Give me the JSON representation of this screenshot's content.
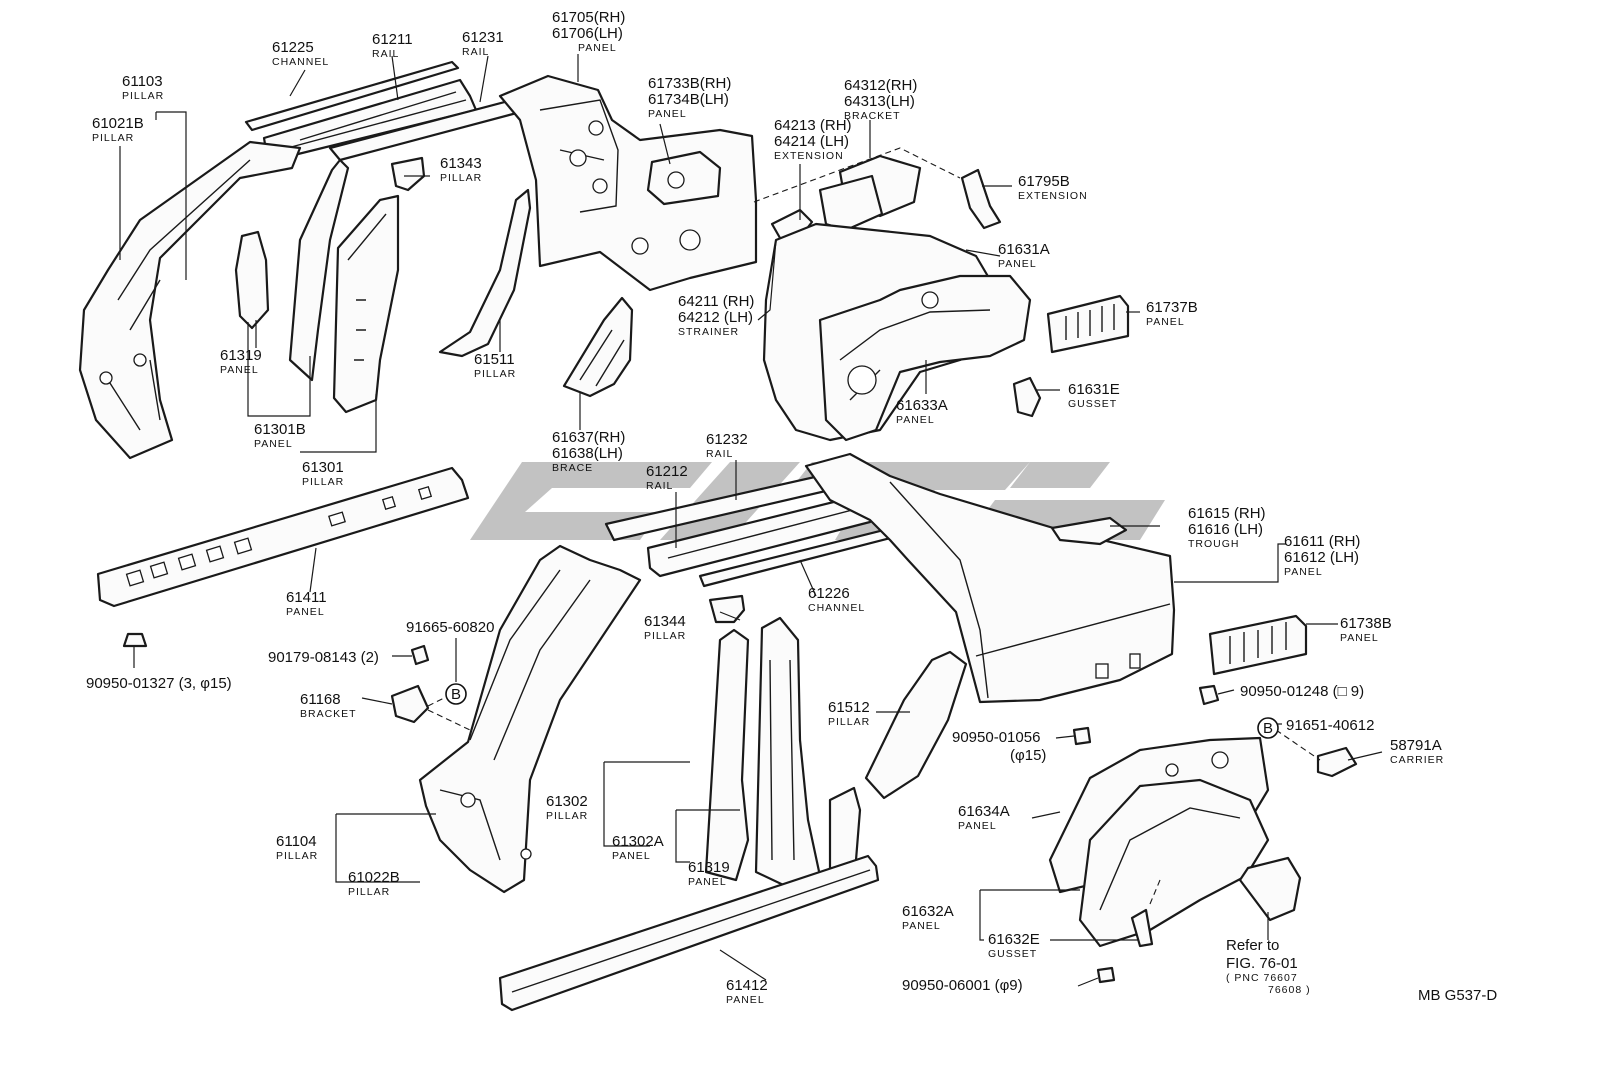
{
  "labels": [
    {
      "lines": [
        "61225",
        "CHANNEL"
      ]
    },
    {
      "lines": [
        "61211",
        "RAIL"
      ]
    },
    {
      "lines": [
        "61231",
        "RAIL"
      ]
    },
    {
      "lines": [
        "61705(RH)",
        "61706(LH)",
        "PANEL"
      ]
    },
    {
      "lines": [
        "61103",
        "PILLAR"
      ]
    },
    {
      "lines": [
        "61021B",
        "PILLAR"
      ]
    },
    {
      "lines": [
        "61733B(RH)",
        "61734B(LH)",
        "PANEL"
      ]
    },
    {
      "lines": [
        "64312(RH)",
        "64313(LH)",
        "BRACKET"
      ]
    },
    {
      "lines": [
        "64213 (RH)",
        "64214 (LH)",
        "EXTENSION"
      ]
    },
    {
      "lines": [
        "61343",
        "PILLAR"
      ]
    },
    {
      "lines": [
        "61795B",
        "EXTENSION"
      ]
    },
    {
      "lines": [
        "61631A",
        "PANEL"
      ]
    },
    {
      "lines": [
        "64211 (RH)",
        "64212 (LH)",
        "STRAINER"
      ]
    },
    {
      "lines": [
        "61737B",
        "PANEL"
      ]
    },
    {
      "lines": [
        "61319",
        "PANEL"
      ]
    },
    {
      "lines": [
        "61511",
        "PILLAR"
      ]
    },
    {
      "lines": [
        "61633A",
        "PANEL"
      ]
    },
    {
      "lines": [
        "61631E",
        "GUSSET"
      ]
    },
    {
      "lines": [
        "61301B",
        "PANEL"
      ]
    },
    {
      "lines": [
        "61637(RH)",
        "61638(LH)",
        "BRACE"
      ]
    },
    {
      "lines": [
        "61301",
        "PILLAR"
      ]
    },
    {
      "lines": [
        "61232",
        "RAIL"
      ]
    },
    {
      "lines": [
        "61212",
        "RAIL"
      ]
    },
    {
      "lines": [
        "61615 (RH)",
        "61616 (LH)",
        "TROUGH"
      ]
    },
    {
      "lines": [
        "61611 (RH)",
        "61612 (LH)",
        "PANEL"
      ]
    },
    {
      "lines": [
        "61411",
        "PANEL"
      ]
    },
    {
      "lines": [
        "61226",
        "CHANNEL"
      ]
    },
    {
      "lines": [
        "61344",
        "PILLAR"
      ]
    },
    {
      "lines": [
        "61738B",
        "PANEL"
      ]
    },
    {
      "lines": [
        "91665-60820"
      ]
    },
    {
      "lines": [
        "90179-08143 (2)"
      ]
    },
    {
      "lines": [
        "90950-01327 (3, φ15)"
      ]
    },
    {
      "lines": [
        "61168",
        "BRACKET"
      ]
    },
    {
      "lines": [
        "61512",
        "PILLAR"
      ]
    },
    {
      "lines": [
        "90950-01248 (□ 9)"
      ]
    },
    {
      "lines": [
        "91651-40612"
      ]
    },
    {
      "lines": [
        "58791A",
        "CARRIER"
      ]
    },
    {
      "lines": [
        "90950-01056",
        "(φ15)"
      ]
    },
    {
      "lines": [
        "61302",
        "PILLAR"
      ]
    },
    {
      "lines": [
        "61634A",
        "PANEL"
      ]
    },
    {
      "lines": [
        "61104",
        "PILLAR"
      ]
    },
    {
      "lines": [
        "61302A",
        "PANEL"
      ]
    },
    {
      "lines": [
        "61319",
        "PANEL"
      ]
    },
    {
      "lines": [
        "61022B",
        "PILLAR"
      ]
    },
    {
      "lines": [
        "61632A",
        "PANEL"
      ]
    },
    {
      "lines": [
        "61632E",
        "GUSSET"
      ]
    },
    {
      "lines": [
        "61412",
        "PANEL"
      ]
    },
    {
      "lines": [
        "90950-06001 (φ9)"
      ]
    },
    {
      "lines": [
        "Refer to",
        "FIG. 76-01",
        "( PNC 76607",
        "76608 )"
      ]
    }
  ],
  "callouts": [
    {
      "letter": "B"
    },
    {
      "letter": "B"
    }
  ],
  "figure_code": "MB G537-D"
}
